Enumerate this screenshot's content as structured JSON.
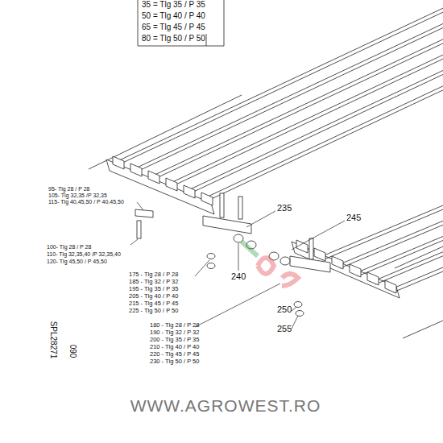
{
  "diagram": {
    "labels": [
      "35 = Tlg 35 / P 35",
      "50 = Tlg 40 / P 40",
      "65 = Tlg 45 / P 45",
      "80 = Tlg 50 / P 50",
      "95- Tlg 28 / P 28",
      "105- Tlg 32,35 /P 32,35",
      "115- Tlg 40,45,50 / P 40,45,50",
      "100- Tlg 28 / P 28",
      "110- Tlg 32,35,40 /P 32,35,40",
      "120- Tlg 45,50 / P 45,50",
      "175 - Tlg 28 / P 28",
      "185 - Tlg 32 / P 32",
      "195 - Tlg 35 / P 35",
      "205 - Tlg 40 / P 40",
      "215 - Tlg 45 / P 45",
      "225 - Tlg 50 / P 50",
      "180 - Tlg 28 / P 28",
      "190 - Tlg 32 / P 32",
      "200 - Tlg 35 / P 35",
      "210 - Tlg 40 / P 40",
      "220 - Tlg 45 / P 45",
      "230 - Tlg 50 / P 50",
      "235",
      "245",
      "240",
      "250",
      "255",
      "SPL28271",
      "090",
      "WWW.AGROWEST.RO"
    ]
  }
}
